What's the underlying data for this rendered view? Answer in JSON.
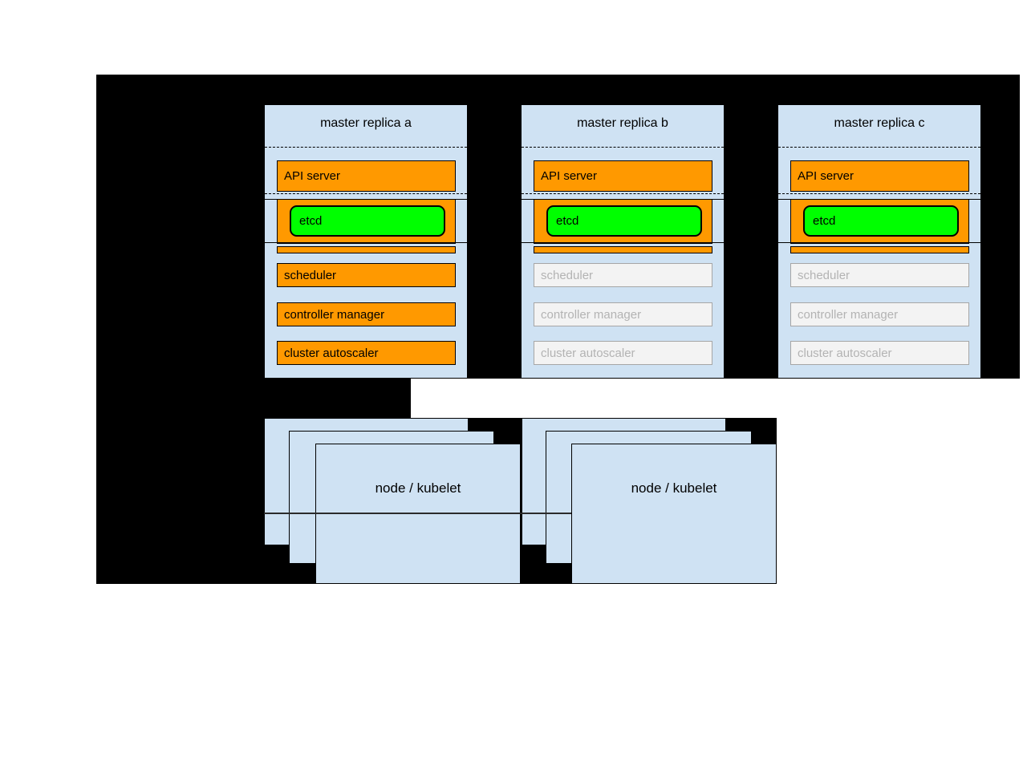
{
  "replicas": [
    {
      "title": "master replica a",
      "api_server": "API server",
      "etcd": "etcd",
      "scheduler": "scheduler",
      "controller_manager": "controller manager",
      "cluster_autoscaler": "cluster autoscaler"
    },
    {
      "title": "master replica b",
      "api_server": "API server",
      "etcd": "etcd",
      "scheduler": "scheduler",
      "controller_manager": "controller manager",
      "cluster_autoscaler": "cluster autoscaler"
    },
    {
      "title": "master replica c",
      "api_server": "API server",
      "etcd": "etcd",
      "scheduler": "scheduler",
      "controller_manager": "controller manager",
      "cluster_autoscaler": "cluster autoscaler"
    }
  ],
  "nodes": [
    {
      "label": "node / kubelet"
    },
    {
      "label": "node / kubelet"
    }
  ],
  "colors": {
    "background_panel": "#000000",
    "card_fill": "#cfe2f3",
    "active_component_fill": "#ff9900",
    "etcd_fill": "#00ff00",
    "inactive_component_fill": "#f3f3f3",
    "inactive_component_border": "#a6a6a6",
    "inactive_component_text": "#b3b3b3"
  }
}
